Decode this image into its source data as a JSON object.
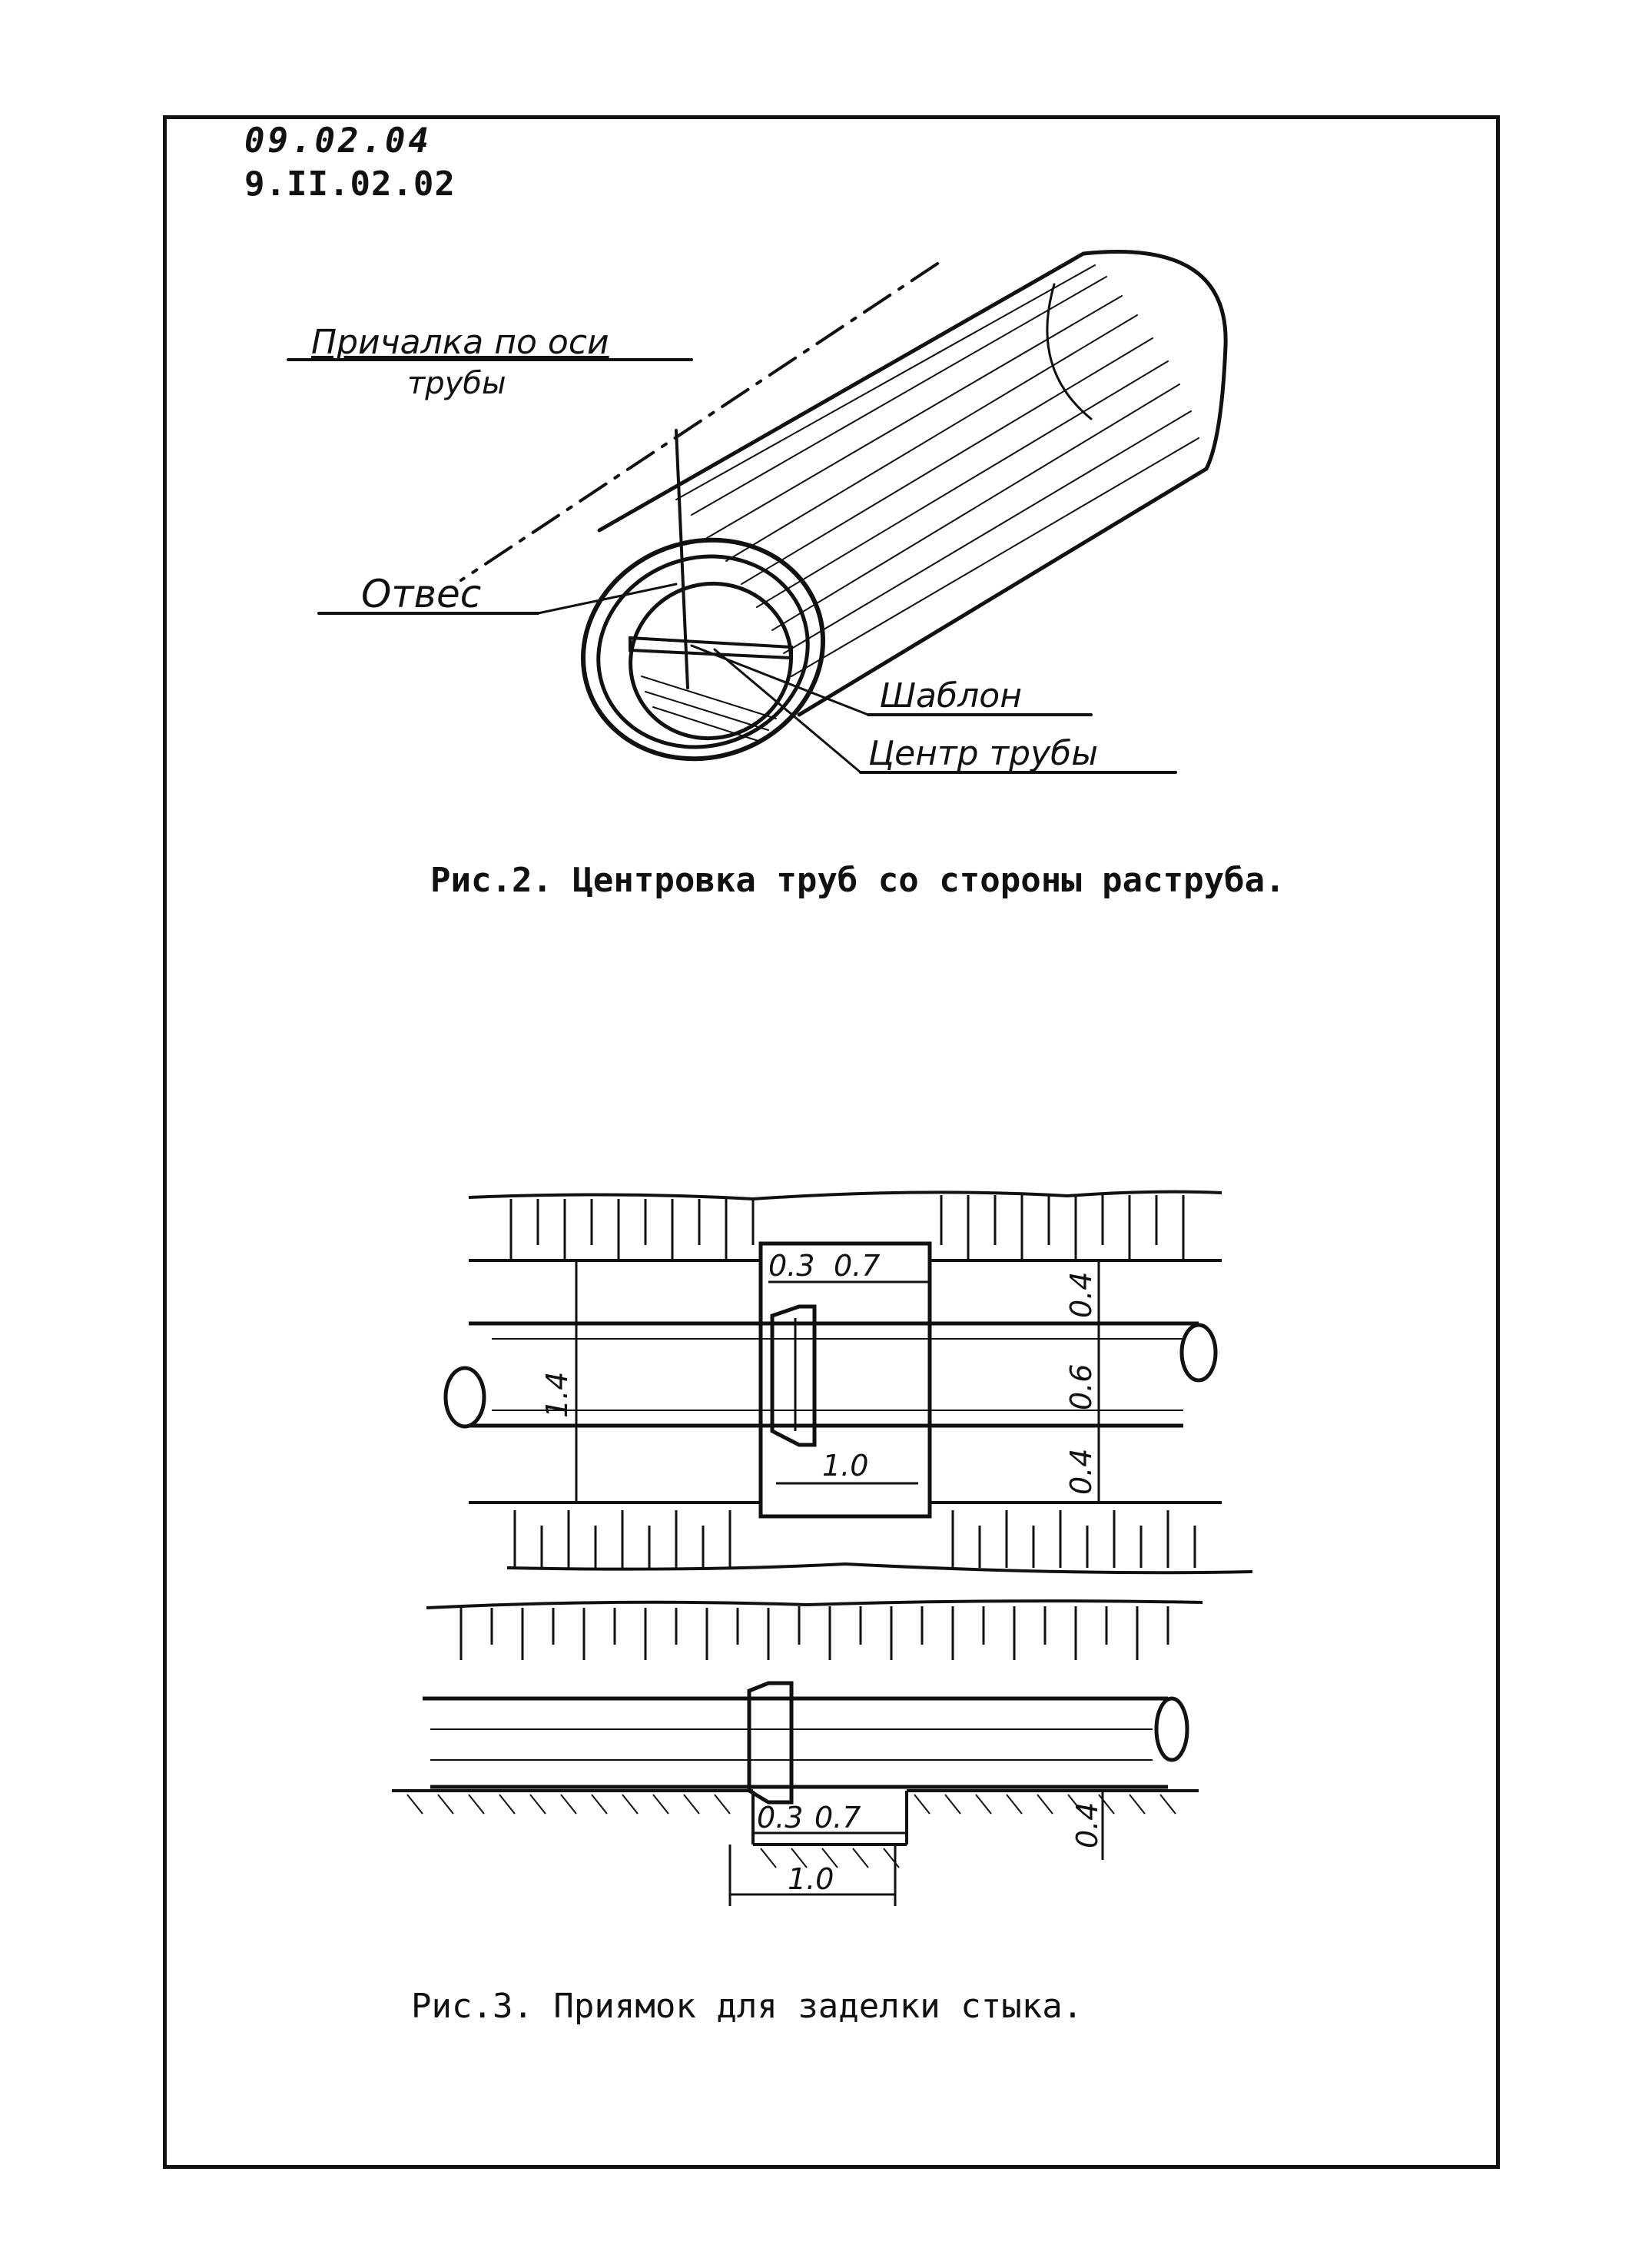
{
  "header": {
    "code_top": "09.02.04",
    "code_bottom": "9.II.02.02"
  },
  "figure2": {
    "caption": "Рис.2. Центровка труб со стороны раструба.",
    "labels": {
      "axis_line_1": "Причалка по оси",
      "axis_line_2": "трубы",
      "plumb": "Отвес",
      "template": "Шаблон",
      "pipe_center": "Центр трубы"
    }
  },
  "figure3": {
    "caption": "Рис.3.  Приямок для заделки стыка.",
    "plan_dims": {
      "d1": "0.3",
      "d2": "0.7",
      "width": "1.0",
      "height": "1.4",
      "r1": "0.4",
      "r2": "0.6",
      "r3": "0.4"
    },
    "section_dims": {
      "d1": "0.3",
      "d2": "0.7",
      "width": "1.0",
      "depth": "0.4"
    }
  }
}
